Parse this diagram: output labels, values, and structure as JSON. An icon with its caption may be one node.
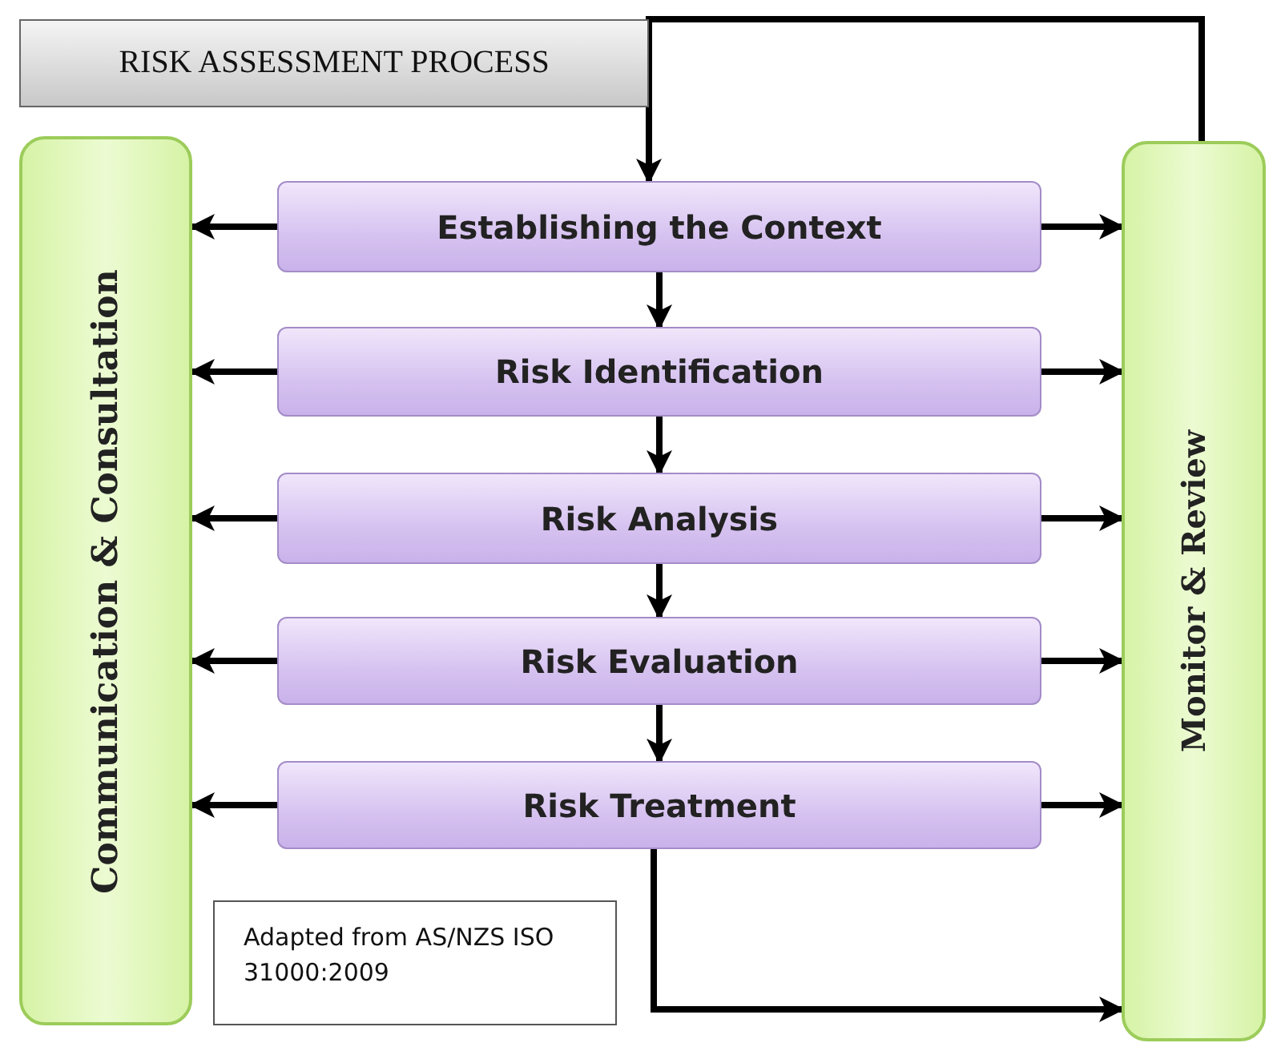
{
  "diagram": {
    "title": "RISK ASSESSMENT PROCESS",
    "nodes": [
      {
        "text": [
          "Communication & Consultation"
        ]
      },
      {
        "text": [
          "Monitor & Review"
        ]
      },
      {
        "text": [
          "Establishing the Context"
        ]
      },
      {
        "text": [
          "Risk Identification"
        ]
      },
      {
        "text": [
          "Risk Analysis"
        ]
      },
      {
        "text": [
          "Risk Evaluation"
        ]
      },
      {
        "text": [
          "Risk Treatment"
        ]
      }
    ],
    "edges": [
      {
        "from": 2,
        "to": 0,
        "arrow": "to"
      },
      {
        "from": 2,
        "to": 1,
        "arrow": "to"
      },
      {
        "from": 2,
        "to": 3,
        "arrow": "to"
      },
      {
        "from": 3,
        "to": 0,
        "arrow": "to"
      },
      {
        "from": 3,
        "to": 1,
        "arrow": "to"
      },
      {
        "from": 3,
        "to": 4,
        "arrow": "to"
      },
      {
        "from": 4,
        "to": 0,
        "arrow": "to"
      },
      {
        "from": 4,
        "to": 1,
        "arrow": "to"
      },
      {
        "from": 4,
        "to": 5,
        "arrow": "to"
      },
      {
        "from": 5,
        "to": 0,
        "arrow": "to"
      },
      {
        "from": 5,
        "to": 1,
        "arrow": "to"
      },
      {
        "from": 5,
        "to": 6,
        "arrow": "to"
      },
      {
        "from": 6,
        "to": 0,
        "arrow": "to"
      },
      {
        "from": 6,
        "to": 1,
        "arrow": "to"
      },
      {
        "from": 1,
        "to": 2,
        "arrow": "to"
      },
      {
        "from": 6,
        "to": 1,
        "arrow": "to"
      }
    ],
    "labels": [
      "Adapted from AS/NZS ISO 31000:2009"
    ]
  }
}
